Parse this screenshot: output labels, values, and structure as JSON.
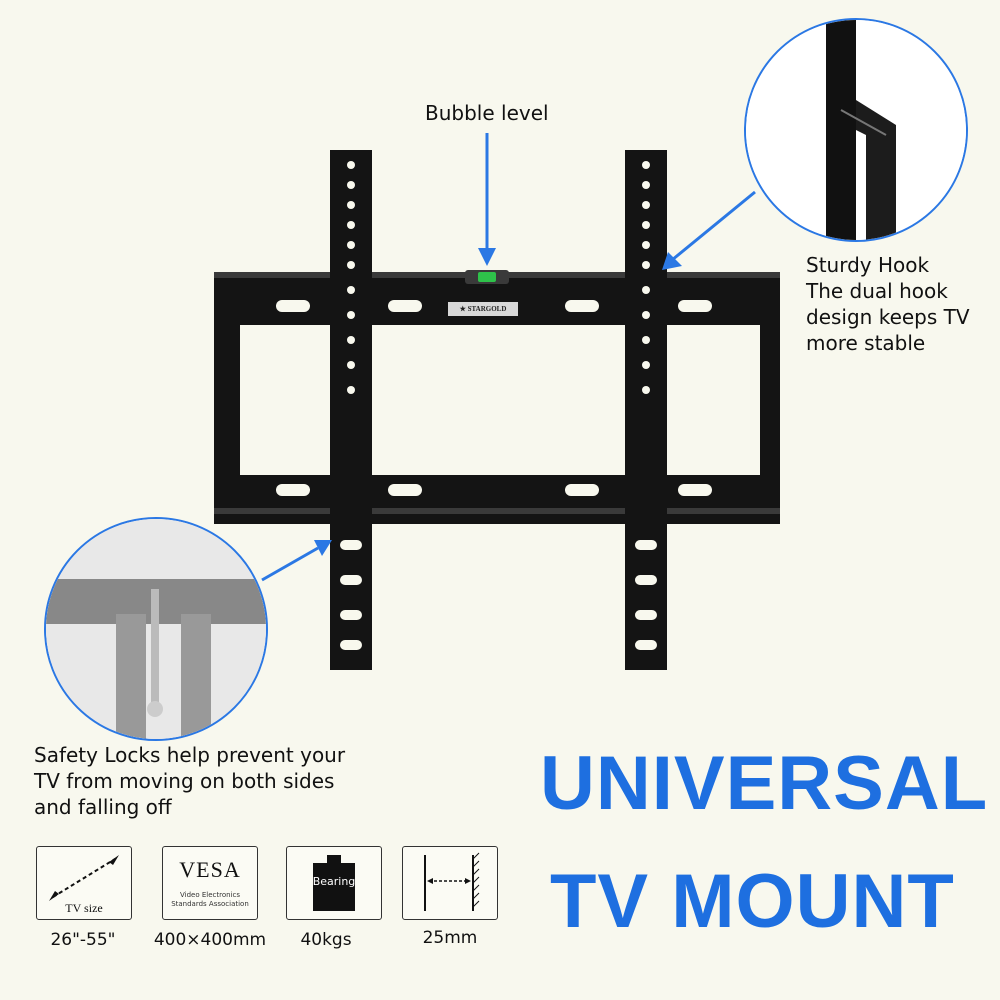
{
  "callouts": {
    "bubble_level": "Bubble level",
    "sturdy_hook": "Sturdy Hook\nThe dual hook\ndesign keeps TV\nmore stable",
    "safety_locks": "Safety Locks help prevent your\n TV from moving on both sides\nand falling off"
  },
  "brand_plate": "★ STARGOLD",
  "headline": {
    "line1": "UNIVERSAL",
    "line2": "TV MOUNT"
  },
  "specs": [
    {
      "icon": "tv-size-icon",
      "box_caption": "TV size",
      "value": "26\"-55\""
    },
    {
      "icon": "vesa-icon",
      "box_caption": "VESA",
      "box_sub": "Video Electronics\nStandards Association",
      "value": "400×400mm"
    },
    {
      "icon": "weight-icon",
      "box_caption": "Bearing",
      "value": "40kgs"
    },
    {
      "icon": "wall-distance-icon",
      "value": "25mm"
    }
  ],
  "colors": {
    "accent_blue": "#1e6fe0",
    "mount_black": "#141414",
    "background": "#f8f8ee"
  }
}
